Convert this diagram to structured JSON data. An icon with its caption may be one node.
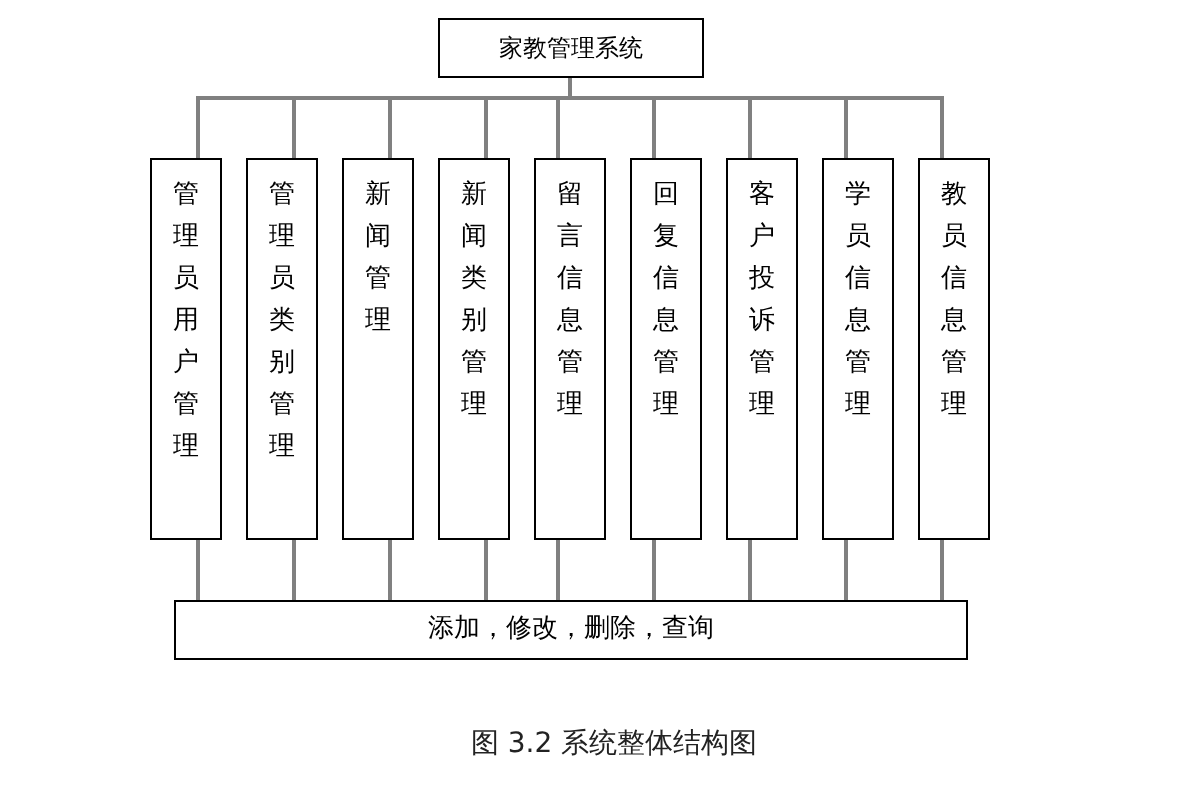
{
  "diagram": {
    "caption": "图 3.2 系统整体结构图",
    "nodes": [
      {
        "text": [
          "家教管理系统"
        ]
      },
      {
        "text": [
          "管理员用户管理"
        ]
      },
      {
        "text": [
          "管理员类别管理"
        ]
      },
      {
        "text": [
          "新闻管理"
        ]
      },
      {
        "text": [
          "新闻类别管理"
        ]
      },
      {
        "text": [
          "留言信息管理"
        ]
      },
      {
        "text": [
          "回复信息管理"
        ]
      },
      {
        "text": [
          "客户投诉管理"
        ]
      },
      {
        "text": [
          "学员信息管理"
        ]
      },
      {
        "text": [
          "教员信息管理"
        ]
      },
      {
        "text": [
          "添加，修改，删除，查询"
        ]
      }
    ],
    "edges": [
      {
        "from": 0,
        "to": 1,
        "arrow": "none"
      },
      {
        "from": 0,
        "to": 2,
        "arrow": "none"
      },
      {
        "from": 0,
        "to": 3,
        "arrow": "none"
      },
      {
        "from": 0,
        "to": 4,
        "arrow": "none"
      },
      {
        "from": 0,
        "to": 5,
        "arrow": "none"
      },
      {
        "from": 0,
        "to": 6,
        "arrow": "none"
      },
      {
        "from": 0,
        "to": 7,
        "arrow": "none"
      },
      {
        "from": 0,
        "to": 8,
        "arrow": "none"
      },
      {
        "from": 0,
        "to": 9,
        "arrow": "none"
      },
      {
        "from": 1,
        "to": 10,
        "arrow": "none"
      },
      {
        "from": 2,
        "to": 10,
        "arrow": "none"
      },
      {
        "from": 3,
        "to": 10,
        "arrow": "none"
      },
      {
        "from": 4,
        "to": 10,
        "arrow": "none"
      },
      {
        "from": 5,
        "to": 10,
        "arrow": "none"
      },
      {
        "from": 6,
        "to": 10,
        "arrow": "none"
      },
      {
        "from": 7,
        "to": 10,
        "arrow": "none"
      },
      {
        "from": 8,
        "to": 10,
        "arrow": "none"
      },
      {
        "from": 9,
        "to": 10,
        "arrow": "none"
      }
    ]
  }
}
